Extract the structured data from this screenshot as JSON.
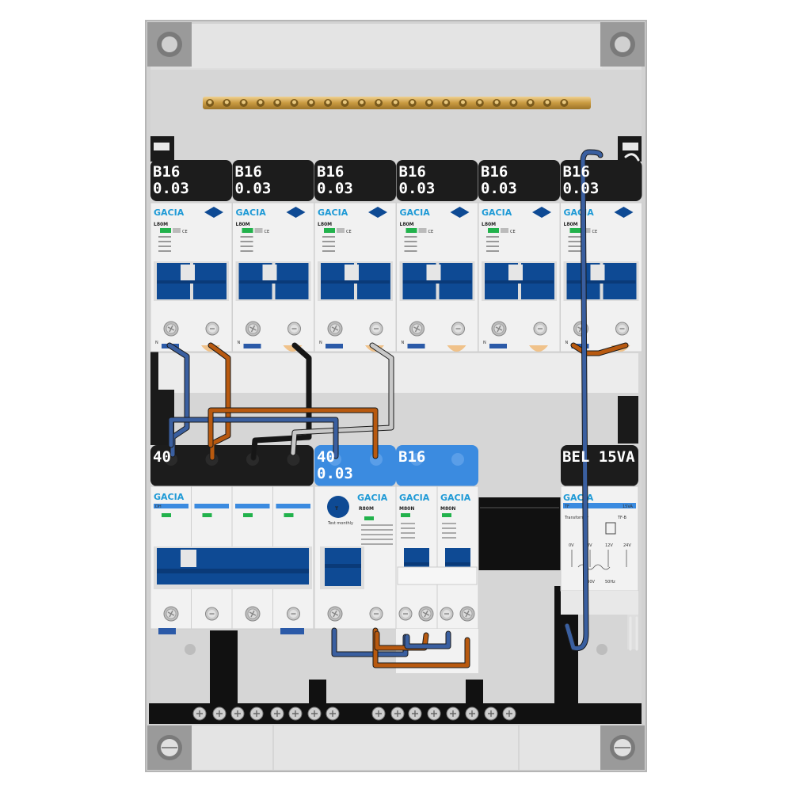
{
  "top_row": [
    {
      "rating": "B16",
      "trip": "0.03",
      "brand": "GACIA",
      "model": "L80M"
    },
    {
      "rating": "B16",
      "trip": "0.03",
      "brand": "GACIA",
      "model": "L80M"
    },
    {
      "rating": "B16",
      "trip": "0.03",
      "brand": "GACIA",
      "model": "L80M"
    },
    {
      "rating": "B16",
      "trip": "0.03",
      "brand": "GACIA",
      "model": "L80M"
    },
    {
      "rating": "B16",
      "trip": "0.03",
      "brand": "GACIA",
      "model": "L80M"
    },
    {
      "rating": "B16",
      "trip": "0.03",
      "brand": "GACIA",
      "model": "L80M"
    }
  ],
  "bottom_row": {
    "main_switch": {
      "rating": "40",
      "brand": "GACIA",
      "model": "DH"
    },
    "rcd": {
      "rating": "40",
      "trip": "0.03",
      "brand": "GACIA",
      "model": "R80M",
      "test_text": "Test monthly"
    },
    "mcb": {
      "rating": "B16",
      "brand": "GACIA",
      "models": [
        "M80N",
        "M80N"
      ]
    },
    "transformer": {
      "label": "BEL 15VA",
      "brand": "GACIA",
      "model": "TF",
      "rating": "15VA",
      "title": "Transformer",
      "subtitle": "TF-B",
      "outputs": [
        "0V",
        "8V",
        "12V",
        "24V"
      ],
      "input": "230V",
      "freq": "50Hz"
    }
  },
  "colors": {
    "blue": "#3a5fa0",
    "brown": "#b8590f",
    "black": "#161616",
    "grey": "#c8c8c8",
    "breaker_blue": "#0e4a94",
    "accent_blue": "#3b8be0",
    "brass": "#d8b060"
  }
}
